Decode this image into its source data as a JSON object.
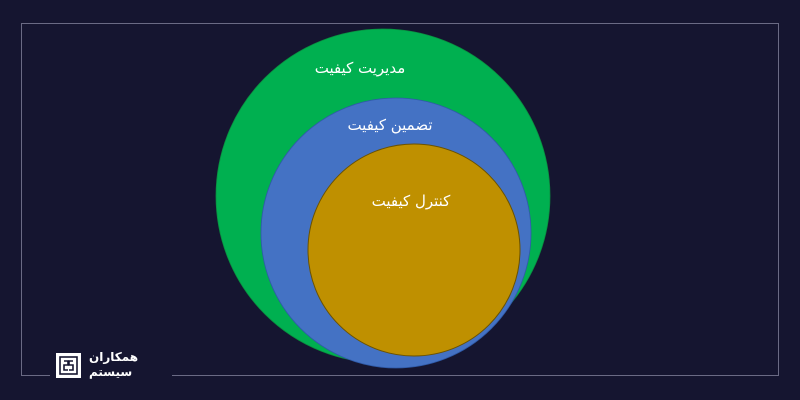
{
  "diagram": {
    "type": "nested-circles",
    "background_color": "#151530",
    "frame_color": "#6a6a84",
    "circles": [
      {
        "label": "مدیریت کیفیت",
        "color": "#00b050"
      },
      {
        "label": "تضمین کیفیت",
        "color": "#4472c4"
      },
      {
        "label": "کنترل کیفیت",
        "color": "#bf9000"
      }
    ]
  },
  "logo": {
    "line1": "همکاران",
    "line2": "سیستم",
    "mark_color": "#ffffff",
    "icon": "company-logo-icon"
  }
}
